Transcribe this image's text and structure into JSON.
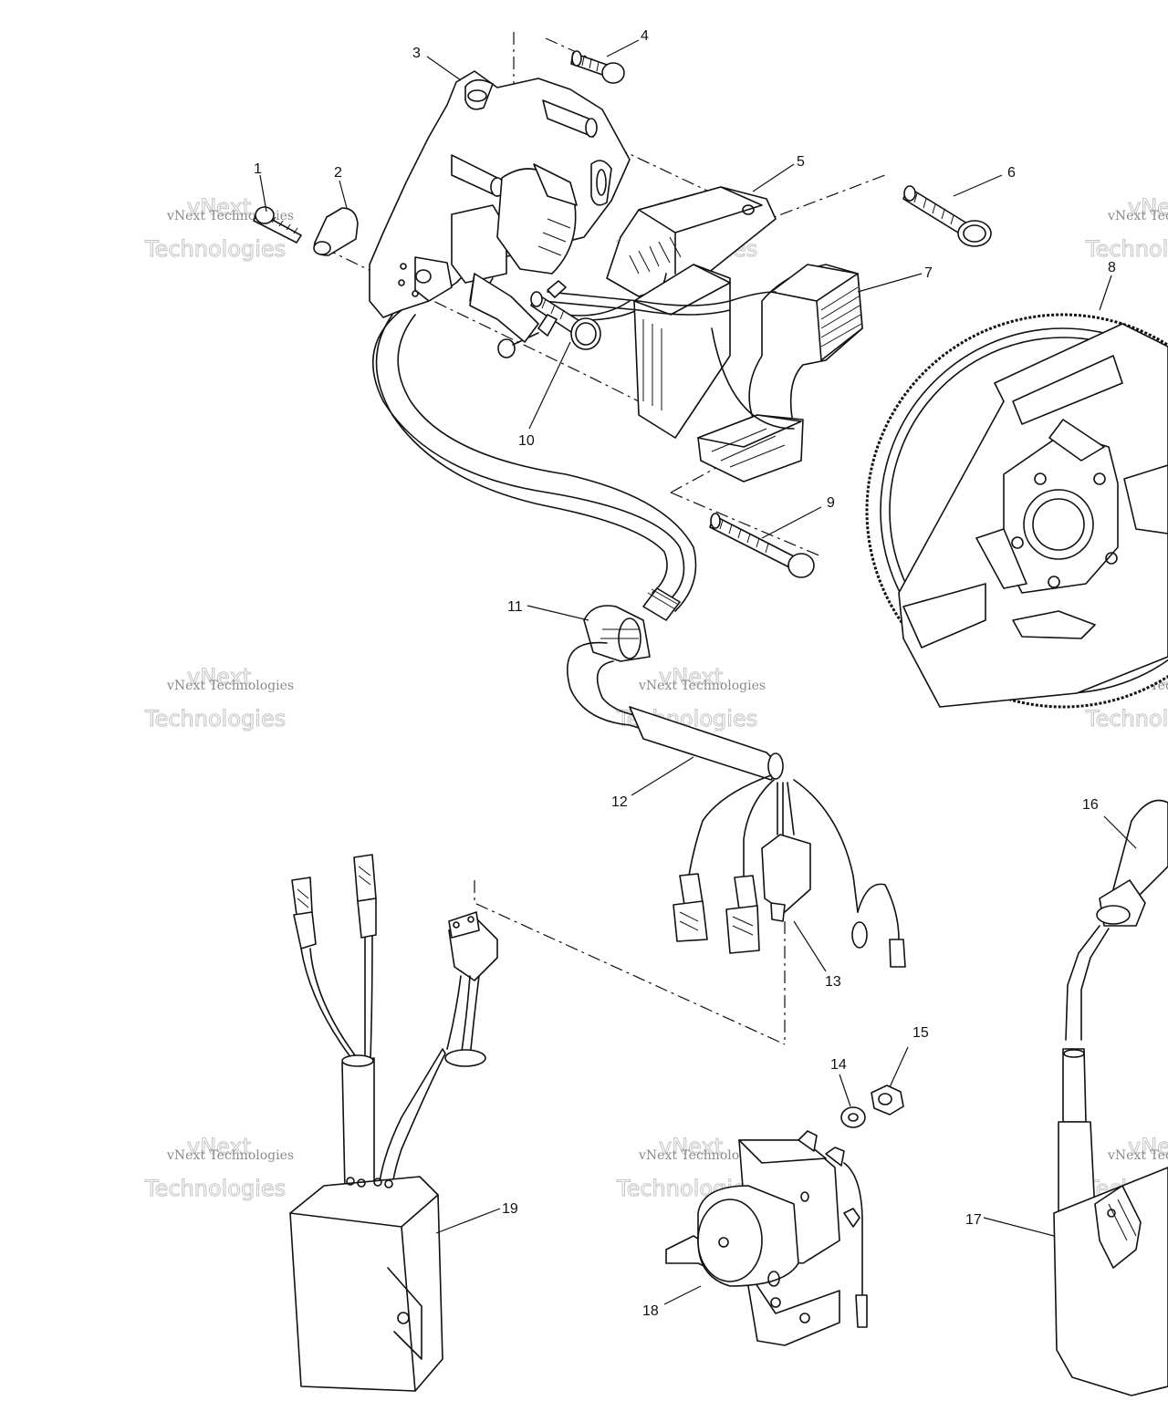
{
  "diagram": {
    "callouts": [
      {
        "id": "1",
        "label": "1"
      },
      {
        "id": "2",
        "label": "2"
      },
      {
        "id": "3",
        "label": "3"
      },
      {
        "id": "4",
        "label": "4"
      },
      {
        "id": "5",
        "label": "5"
      },
      {
        "id": "6",
        "label": "6"
      },
      {
        "id": "7",
        "label": "7"
      },
      {
        "id": "8",
        "label": "8"
      },
      {
        "id": "9",
        "label": "9"
      },
      {
        "id": "10",
        "label": "10"
      },
      {
        "id": "11",
        "label": "11"
      },
      {
        "id": "12",
        "label": "12"
      },
      {
        "id": "13",
        "label": "13"
      },
      {
        "id": "14",
        "label": "14"
      },
      {
        "id": "15",
        "label": "15"
      },
      {
        "id": "16",
        "label": "16"
      },
      {
        "id": "17",
        "label": "17"
      },
      {
        "id": "18",
        "label": "18"
      },
      {
        "id": "19",
        "label": "19"
      }
    ]
  },
  "watermark": {
    "line1": "vNext Technologies",
    "line2": "Technologies",
    "line3": "vNext"
  }
}
